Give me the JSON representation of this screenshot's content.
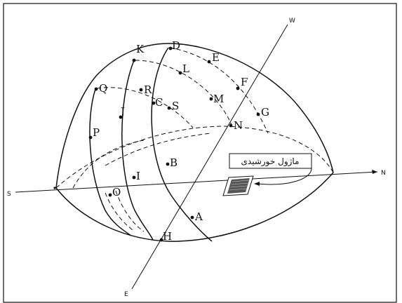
{
  "diagram": {
    "directions": {
      "south": "S",
      "north": "N",
      "west": "W",
      "east": "E"
    },
    "points": [
      {
        "id": "D",
        "label": "D"
      },
      {
        "id": "K",
        "label": "K"
      },
      {
        "id": "E",
        "label": "E"
      },
      {
        "id": "L",
        "label": "L"
      },
      {
        "id": "F",
        "label": "F"
      },
      {
        "id": "Q",
        "label": "Q"
      },
      {
        "id": "R",
        "label": "R"
      },
      {
        "id": "C",
        "label": "C"
      },
      {
        "id": "S",
        "label": "S"
      },
      {
        "id": "M",
        "label": "M"
      },
      {
        "id": "G",
        "label": "G"
      },
      {
        "id": "J",
        "label": "J"
      },
      {
        "id": "N",
        "label": "N"
      },
      {
        "id": "P",
        "label": "P"
      },
      {
        "id": "B",
        "label": "B"
      },
      {
        "id": "I",
        "label": "I"
      },
      {
        "id": "O",
        "label": "O"
      },
      {
        "id": "A",
        "label": "A"
      },
      {
        "id": "H",
        "label": "H"
      }
    ],
    "module_label": "ماژول خورشیدی"
  }
}
